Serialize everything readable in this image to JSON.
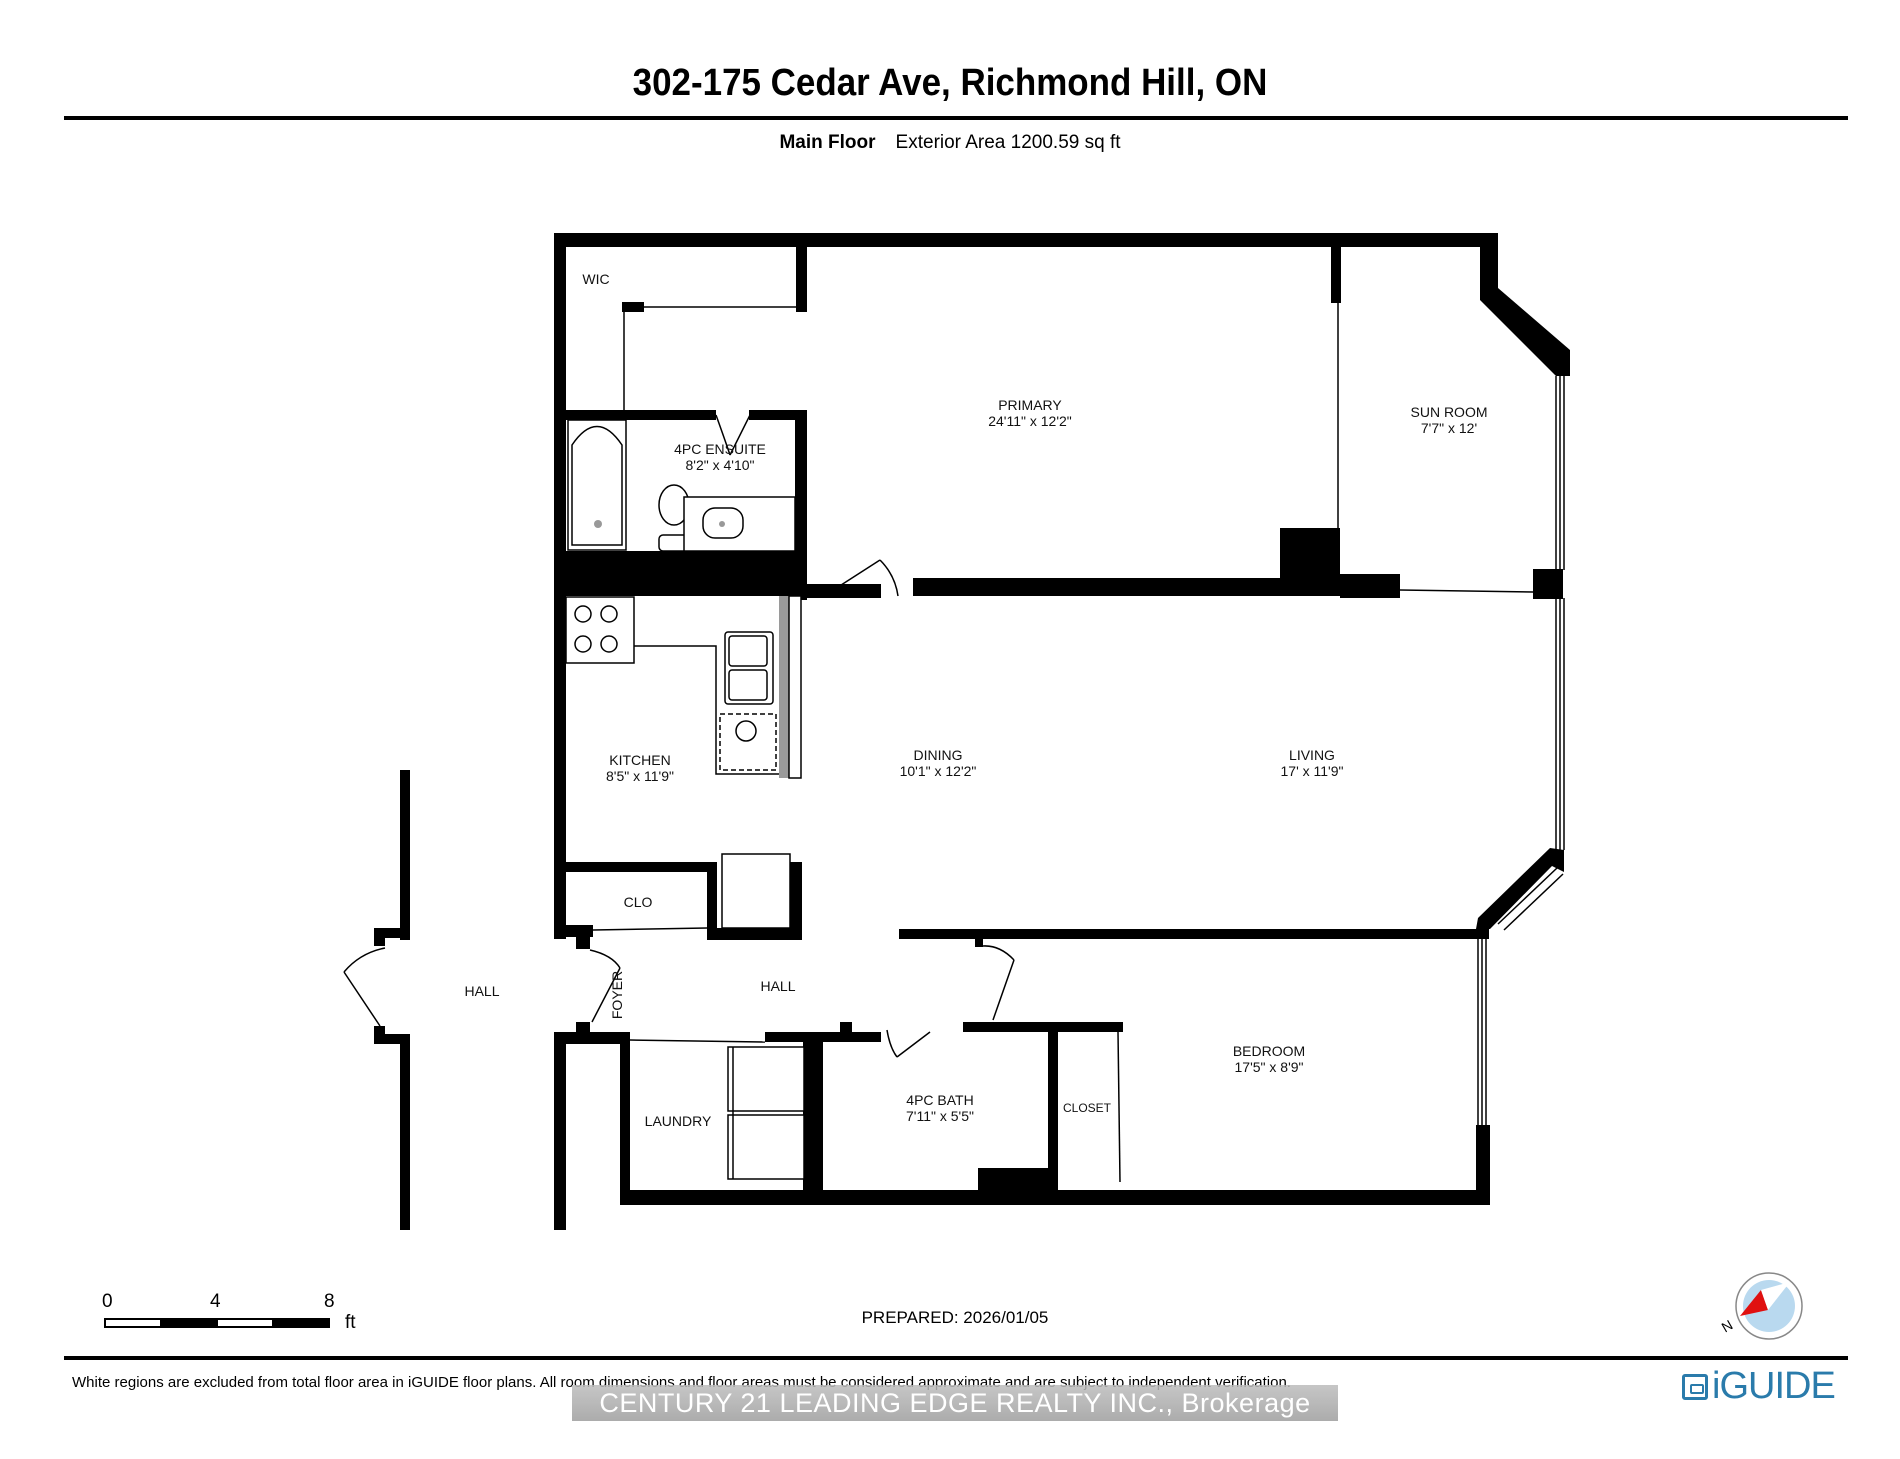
{
  "header": {
    "title": "302-175 Cedar Ave, Richmond Hill, ON",
    "floor": "Main Floor",
    "area": "Exterior Area 1200.59 sq ft"
  },
  "rooms": {
    "wic": {
      "name": "WIC"
    },
    "primary": {
      "name": "PRIMARY",
      "dims": "24'11\" x 12'2\""
    },
    "ensuite": {
      "name": "4PC ENSUITE",
      "dims": "8'2\" x 4'10\""
    },
    "sunroom": {
      "name": "SUN ROOM",
      "dims": "7'7\" x 12'"
    },
    "kitchen": {
      "name": "KITCHEN",
      "dims": "8'5\" x 11'9\""
    },
    "dining": {
      "name": "DINING",
      "dims": "10'1\" x 12'2\""
    },
    "living": {
      "name": "LIVING",
      "dims": "17' x 11'9\""
    },
    "clo": {
      "name": "CLO"
    },
    "hall_outer": {
      "name": "HALL"
    },
    "hall_inner": {
      "name": "HALL"
    },
    "foyer": {
      "name": "FOYER"
    },
    "laundry": {
      "name": "LAUNDRY"
    },
    "bath": {
      "name": "4PC BATH",
      "dims": "7'11\" x 5'5\""
    },
    "closet": {
      "name": "CLOSET"
    },
    "bedroom": {
      "name": "BEDROOM",
      "dims": "17'5\" x 8'9\""
    }
  },
  "scale_bar": {
    "tick0": "0",
    "tick1": "4",
    "tick2": "8",
    "unit": "ft"
  },
  "footer": {
    "prepared": "PREPARED: 2026/01/05",
    "disclaimer": "White regions are excluded from total floor area in iGUIDE floor plans. All room dimensions and floor areas must be considered approximate and are subject to independent verification.",
    "watermark": "CENTURY 21 LEADING EDGE REALTY INC., Brokerage",
    "brand": "iGUIDE",
    "compass_label": "N"
  },
  "colors": {
    "wall": "#000000",
    "counter": "#9a9a9a",
    "brand": "#2a7bab",
    "compass_fill": "#b9d9ef",
    "compass_needle": "#e01010"
  }
}
